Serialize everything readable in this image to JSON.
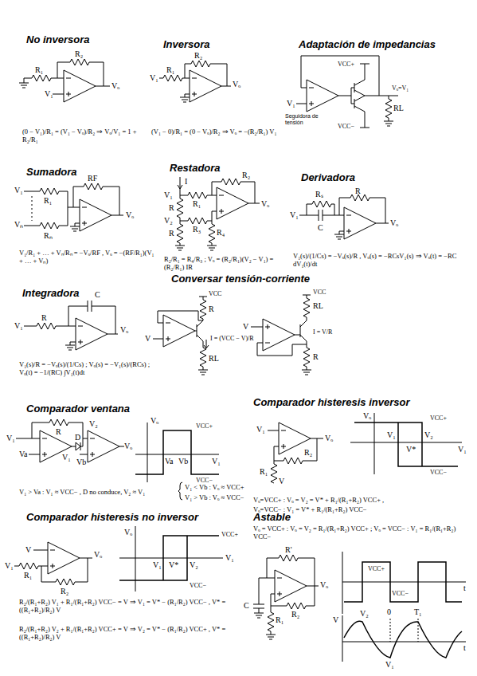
{
  "diagram": {
    "labels": [
      "No inversora",
      "R₁",
      "R₂",
      "V₁",
      "Vₒ",
      "(0 − V₁)/R₁ = (V₁ − Vₒ)/R₂ ⇒ Vₒ/V₁ = 1 + R₂/R₁",
      "Inversora",
      "R₁",
      "R₂",
      "V₁",
      "Vₒ",
      "(V₁ − 0)/R₁ = (0 − Vₒ)/R₂ ⇒ Vₒ = −(R₂/R₁) V₁",
      "Adaptación de impedancias",
      "VCC+",
      "V₁",
      "Vₒ=V₁",
      "RL",
      "Seguidora de tensión",
      "VCC−",
      "Sumadora",
      "V₁",
      "Vₙ",
      "R₁",
      "Rₙ",
      "RF",
      "Vₒ",
      "V₁/R₁ + … + Vₙ/Rₙ = −Vₒ/RF ,  Vₒ = −(RF/R₁)(V₁ + … + Vₙ)",
      "Restadora",
      "I",
      "V₁",
      "R",
      "V₂",
      "R",
      "R₁",
      "R₂",
      "R₃",
      "R₄",
      "Vₒ",
      "R₂/R₁ = R₄/R₃ ;  Vₒ = (R₂/R₁)(V₂ − V₁) = (R₂/R₁) IR",
      "Derivadora",
      "Rₛ",
      "R",
      "V₁",
      "C",
      "Vₒ",
      "V₁(s)/(1/Cs) = −Vₒ(s)/R ,  Vₒ(s) = −RCsV₁(s) ⇒ Vₒ(t) = −RC dV₁(t)/dt",
      "Integradora",
      "V₁",
      "R",
      "C",
      "Vₒ",
      "V₁(s)/R = −Vₒ(s)/(1/Cs) ;  Vₒ(s) = −V₁(s)/(RCs) ;  Vₒ(t) = −1/(RC) ∫V₁(t)dt",
      "Conversar tensión-corriente",
      "VCC",
      "R",
      "I = (VCC − V)/R",
      "RL",
      "V",
      "VCC",
      "RL",
      "I = V/R",
      "V",
      "R",
      "Comparador ventana",
      "V₁",
      "R",
      "D",
      "Va",
      "V₁",
      "V₂",
      "Vb",
      "Vₒ",
      "Vₒ",
      "VCC+",
      "Va",
      "Vb",
      "VCC−",
      "V₁",
      "V₁ > Va : V₁ ≈ VCC− , D no conduce, V₂ ≈ V₁",
      "V₁ < Vb : Vₒ ≈ VCC+",
      "V₁ > Vb : Vₒ ≈ VCC−",
      "Comparador histeresis inversor",
      "V₁",
      "Vₒ",
      "R₂",
      "R₁",
      "V",
      "Vₒ",
      "VCC+",
      "V₁",
      "V*",
      "V₂",
      "VCC−",
      "V₁",
      "Vₒ=VCC+ :  Vₒ = V₂ = V* + R₁/(R₁+R₂) VCC+ ,",
      "Vₒ=VCC− :  V₁ = V* + R₁/(R₁+R₂) VCC−",
      "Comparador histeresis no inversor",
      "V",
      "V₁",
      "R₁",
      "R₂",
      "Vₒ",
      "Vₒ",
      "V₁",
      "V*",
      "V₂",
      "VCC+",
      "VCC−",
      "V₁",
      "R₂/(R₁+R₂) V₁ + R₁/(R₁+R₂) VCC− = V ⇒ V₁ = V* − (R₁/R₂) VCC− ,  V* = ((R₁+R₂)/R₂) V",
      "R₂/(R₁+R₂) V₂ + R₁/(R₁+R₂) VCC+ = V ⇒ V₂ = V* − (R₁/R₂) VCC+ ,  V* = ((R₁+R₂)/R₂) V",
      "Astable",
      "Vₒ = VCC+ : Vₒ = V₂ = R₁/(R₁+R₂) VCC+ ;  Vₒ = VCC− : V₁ = R₁/(R₁+R₂) VCC−",
      "R'",
      "Vₒ",
      "C",
      "R₂",
      "R₁",
      "VCC+",
      "VCC−",
      "t",
      "V",
      "V₂",
      "0",
      "T₁",
      "V₁",
      "t"
    ]
  }
}
